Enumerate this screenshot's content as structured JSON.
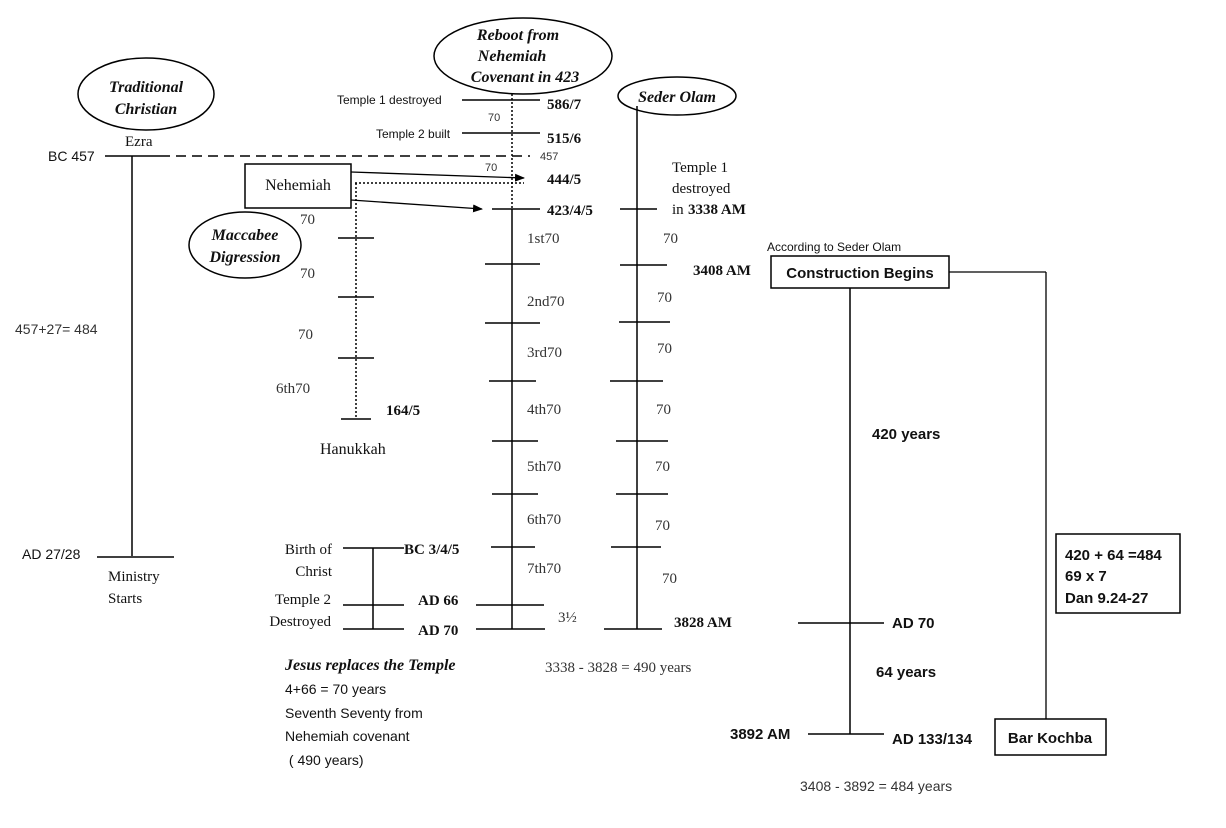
{
  "ovals": {
    "traditional": [
      "Traditional",
      "Christian"
    ],
    "reboot": [
      "Reboot from",
      "Nehemiah",
      "Covenant in 423"
    ],
    "seder": "Seder Olam",
    "maccabee": [
      "Maccabee",
      "Digression"
    ]
  },
  "left": {
    "ezra": "Ezra",
    "bc457": "BC 457",
    "sum": "457+27= 484",
    "ad2728": "AD 27/28",
    "ministry": [
      "Ministry",
      "Starts"
    ]
  },
  "nehemiah_box": "Nehemiah",
  "maccabee_line": {
    "seventies": [
      "70",
      "70",
      "70",
      "6th70"
    ],
    "end_date": "164/5",
    "hanukkah": "Hanukkah"
  },
  "center": {
    "temple1": "Temple 1 destroyed",
    "temple2": "Temple 2 built",
    "gap70a": "70",
    "gap70b": "70",
    "mark457": "457",
    "dates": [
      "586/7",
      "515/6",
      "444/5",
      "423/4/5"
    ],
    "seventies": [
      "1st70",
      "2nd70",
      "3rd70",
      "4th70",
      "5th70",
      "6th70",
      "7th70"
    ],
    "three_half": "3½",
    "birth": [
      "Birth of",
      "Christ"
    ],
    "birth_date": "BC 3/4/5",
    "temple2_destroyed": [
      "Temple 2",
      "Destroyed"
    ],
    "ad66": "AD 66",
    "ad70": "AD 70"
  },
  "bottom_left": {
    "title": "Jesus replaces the Temple",
    "lines": [
      "4+66 = 70 years",
      "Seventh Seventy from",
      "Nehemiah covenant",
      " ( 490 years)"
    ]
  },
  "seder_line": {
    "temple1_text": [
      "Temple 1",
      "destroyed",
      "in "
    ],
    "am3338": "3338 AM",
    "seventies": [
      "70",
      "70",
      "70",
      "70",
      "70",
      "70",
      "70"
    ],
    "am3408": "3408 AM",
    "am3828": "3828 AM",
    "span": "3338 - 3828 = 490 years"
  },
  "right": {
    "according": "According to Seder Olam",
    "construction": "Construction Begins",
    "years420": "420 years",
    "ad70": "AD 70",
    "years64": "64 years",
    "am3892": "3892 AM",
    "ad133": "AD 133/134",
    "bar_kochba": "Bar Kochba",
    "summary": [
      "420 + 64 =484",
      "69 x 7",
      "Dan 9.24-27"
    ],
    "span": "3408 - 3892 = 484 years"
  }
}
